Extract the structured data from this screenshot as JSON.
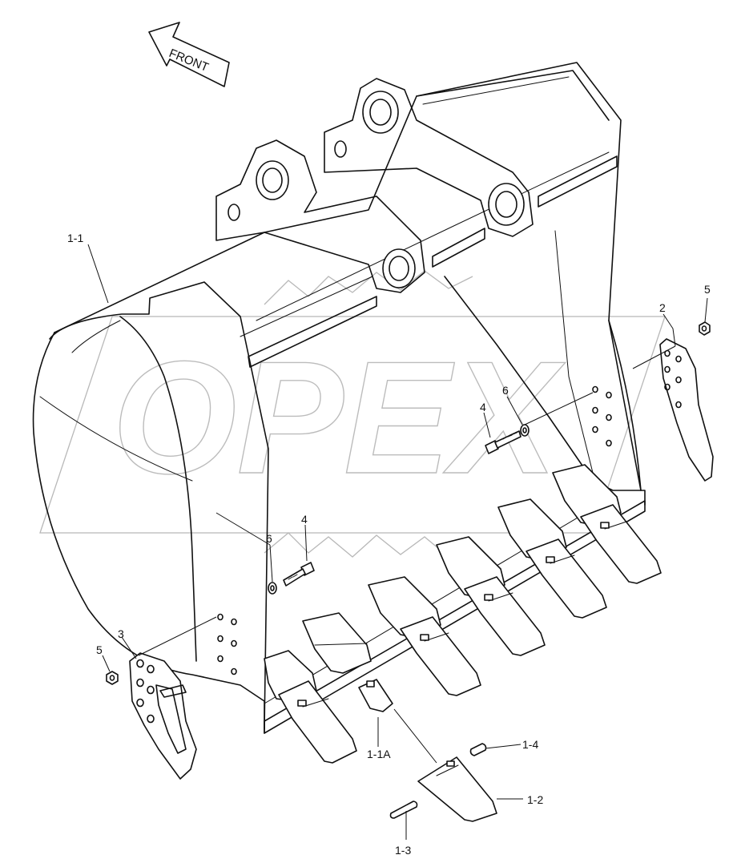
{
  "diagram": {
    "direction_arrow": "FRONT",
    "callouts": [
      {
        "id": "1-1"
      },
      {
        "id": "1-1A"
      },
      {
        "id": "1-2"
      },
      {
        "id": "1-3"
      },
      {
        "id": "1-4"
      },
      {
        "id": "2"
      },
      {
        "id": "3"
      },
      {
        "id": "4"
      },
      {
        "id": "4"
      },
      {
        "id": "5"
      },
      {
        "id": "5"
      },
      {
        "id": "6"
      },
      {
        "id": "6"
      }
    ]
  },
  "watermark": {
    "text": "OPEX"
  }
}
